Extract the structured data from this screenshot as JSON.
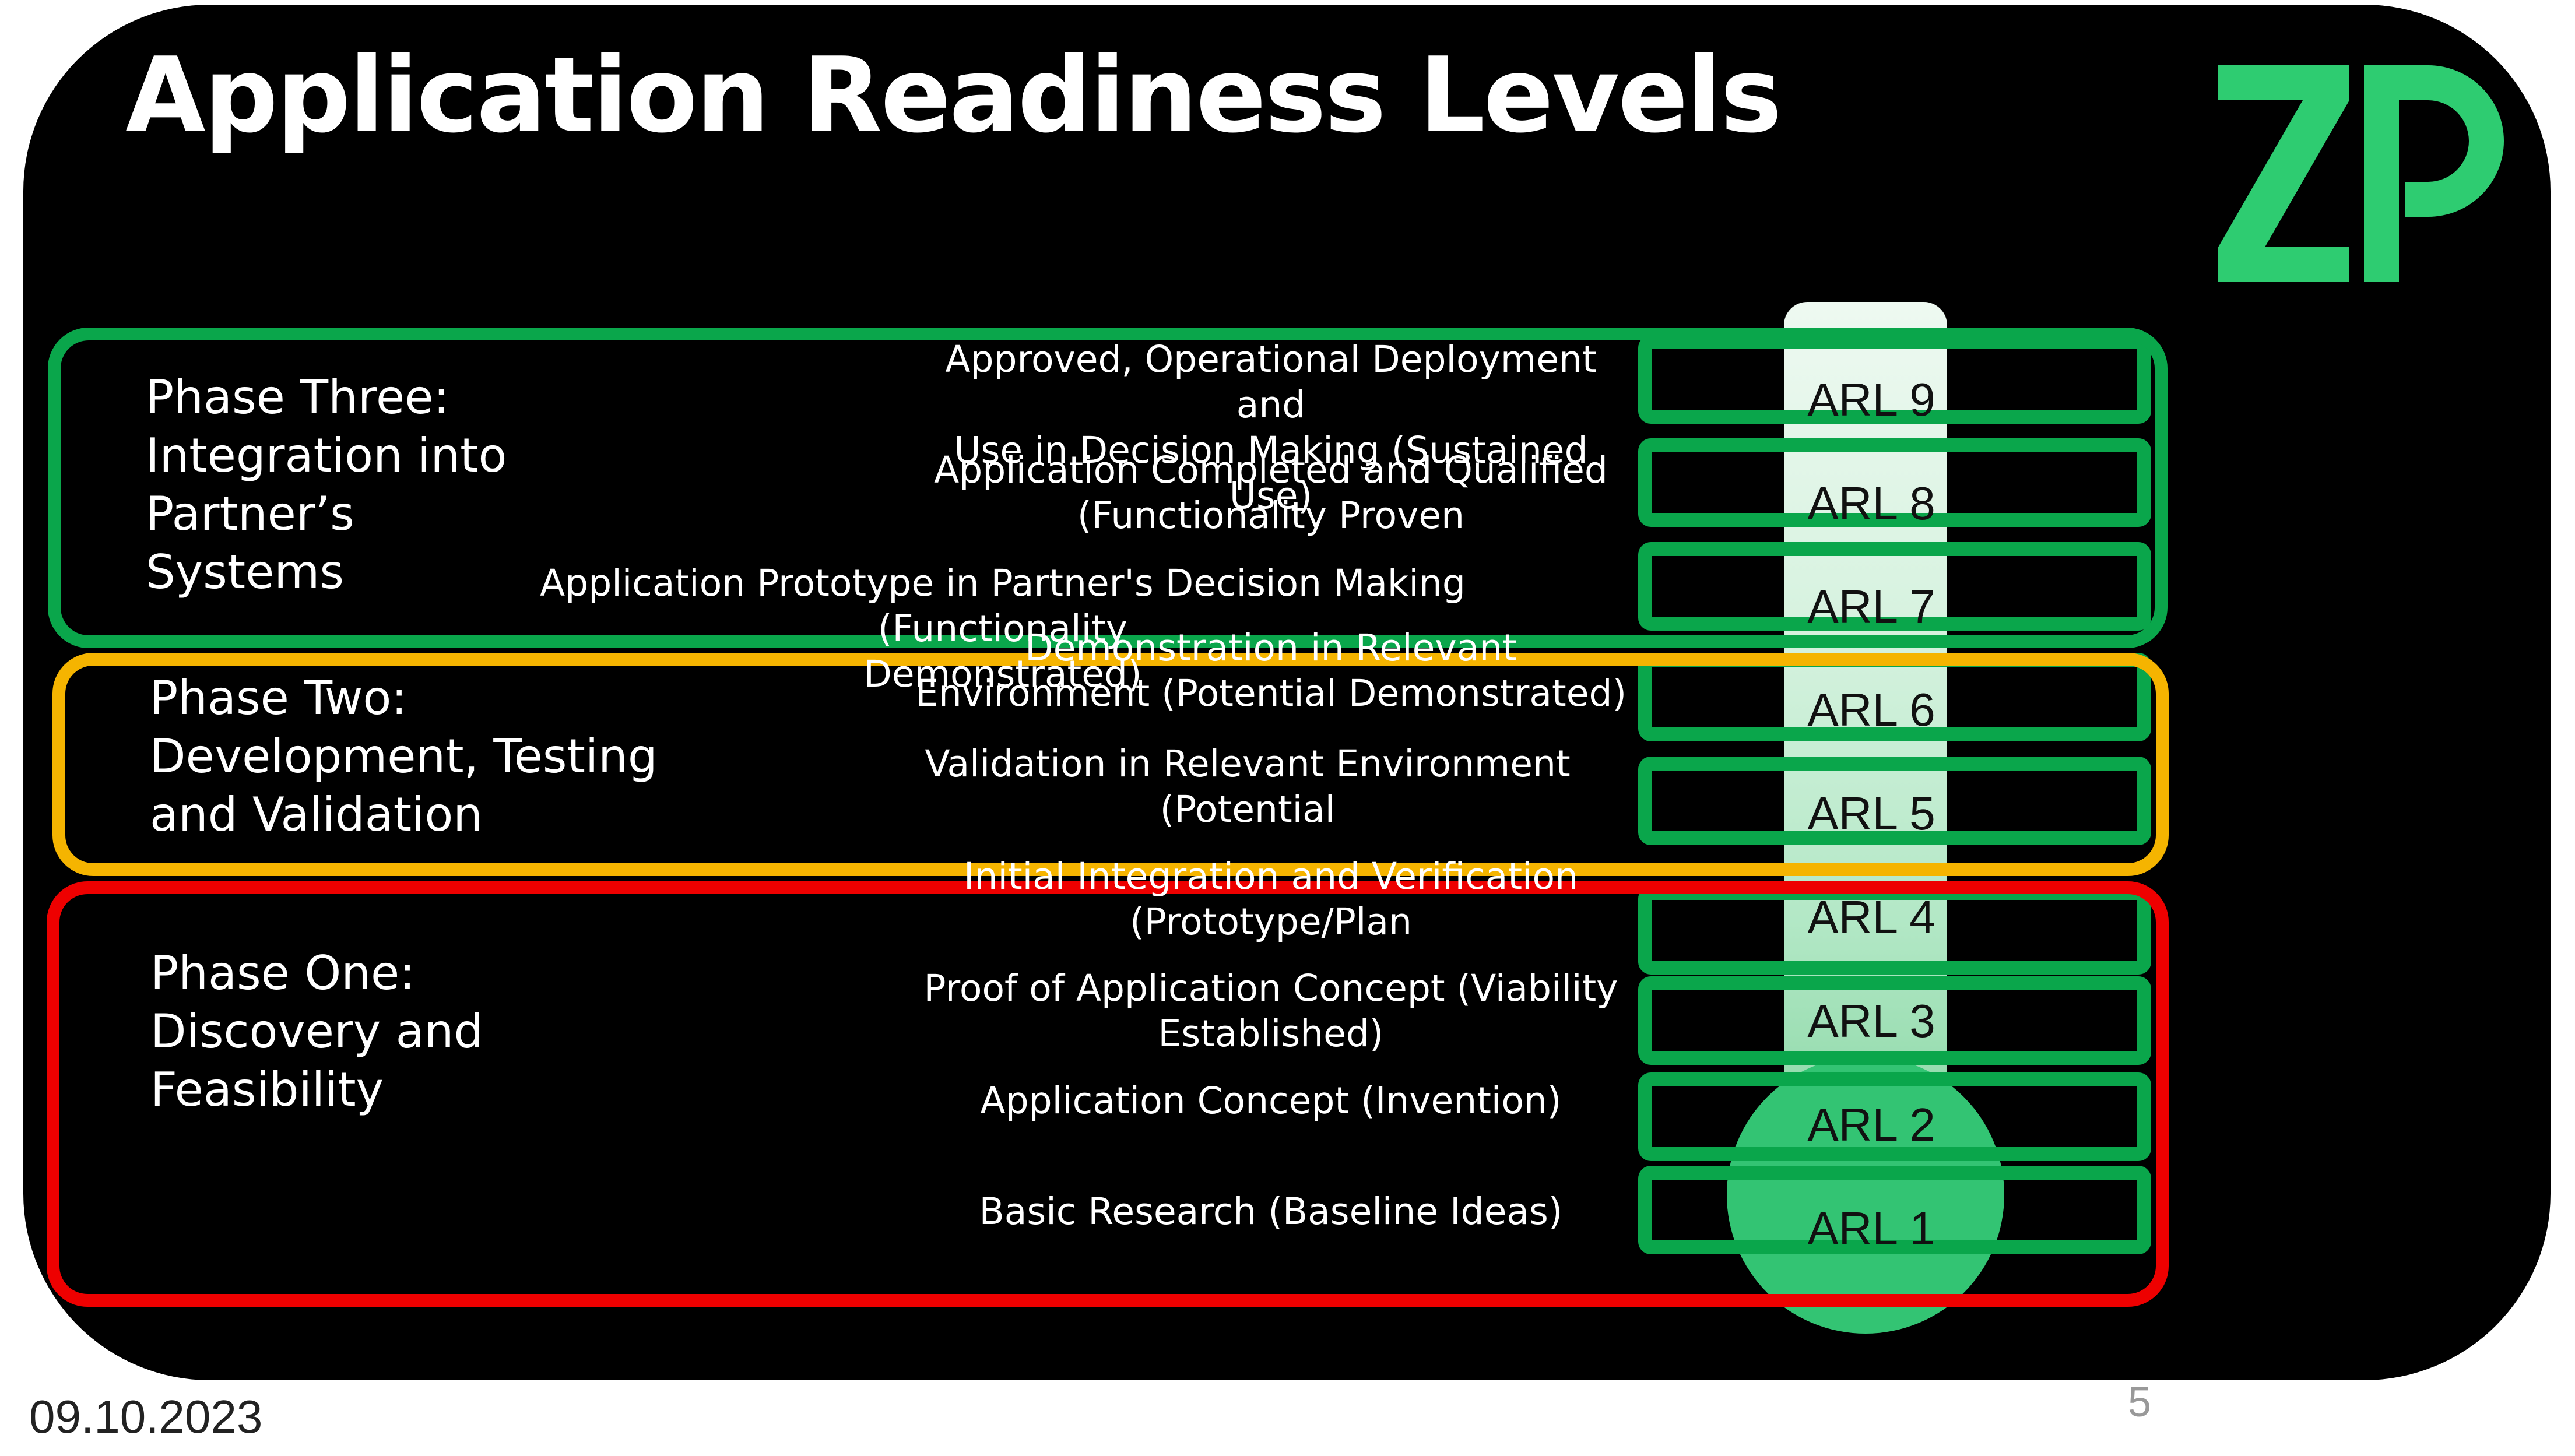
{
  "title": "Application Readiness Levels",
  "logo": {
    "name": "ZP",
    "color": "#2ecc71"
  },
  "colors": {
    "phase_three": "#0aa64b",
    "phase_two": "#f5b400",
    "phase_one": "#ee0000",
    "thermometer": "#33c473"
  },
  "phases": {
    "three": "Phase Three:\nIntegration into\nPartner’s\nSystems",
    "two": "Phase Two:\nDevelopment, Testing\nand Validation",
    "one": "Phase One:\nDiscovery and\nFeasibility"
  },
  "levels": [
    {
      "label": "ARL 9",
      "description": "Approved, Operational Deployment and\nUse in Decision Making (Sustained Use)"
    },
    {
      "label": "ARL 8",
      "description": "Application Completed and Qualified\n(Functionality Proven"
    },
    {
      "label": "ARL 7",
      "description": "Application Prototype in Partner's Decision Making (Functionality\nDemonstrated)"
    },
    {
      "label": "ARL 6",
      "description": "Demonstration in Relevant\nEnvironment (Potential Demonstrated)"
    },
    {
      "label": "ARL 5",
      "description": "Validation in Relevant Environment\n(Potential"
    },
    {
      "label": "ARL 4",
      "description": "Initial Integration and Verification\n(Prototype/Plan"
    },
    {
      "label": "ARL 3",
      "description": "Proof of Application Concept (Viability\nEstablished)"
    },
    {
      "label": "ARL 2",
      "description": "Application Concept (Invention)"
    },
    {
      "label": "ARL 1",
      "description": "Basic Research (Baseline Ideas)"
    }
  ],
  "footer": {
    "date": "09.10.2023",
    "page": "5"
  }
}
